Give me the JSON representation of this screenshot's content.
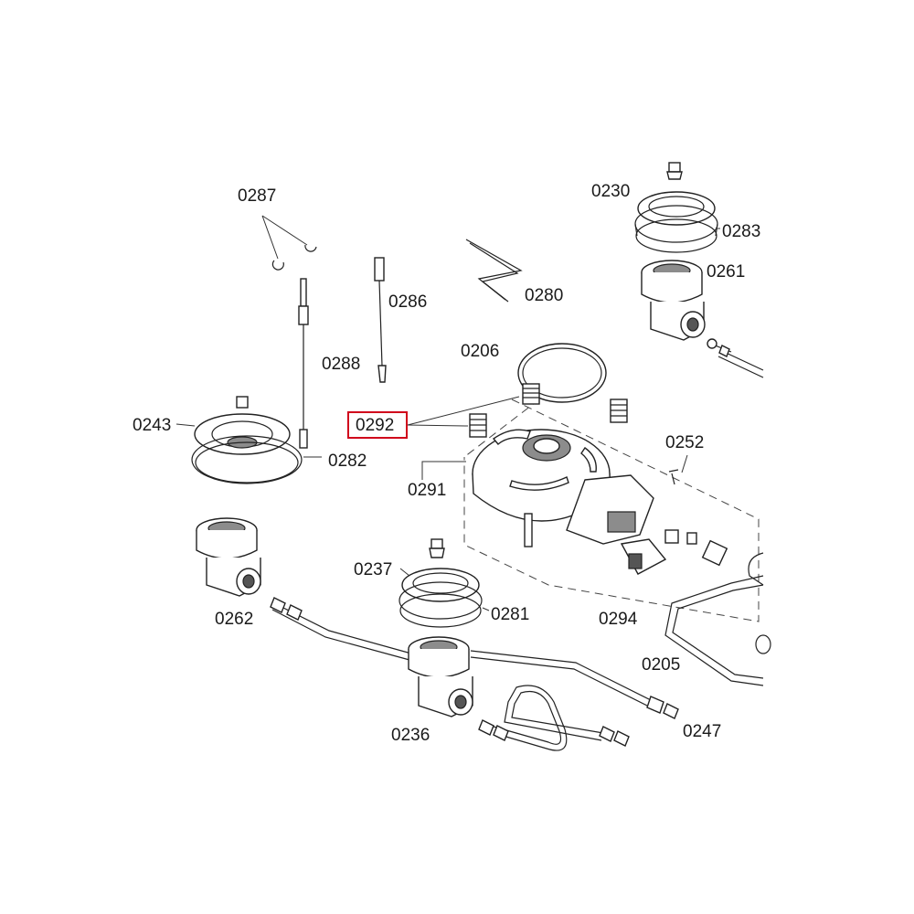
{
  "labels": {
    "p0287": "0287",
    "p0286": "0286",
    "p0280": "0280",
    "p0230": "0230",
    "p0283": "0283",
    "p0261": "0261",
    "p0206": "0206",
    "p0288": "0288",
    "p0243": "0243",
    "p0292": "0292",
    "p0282": "0282",
    "p0252": "0252",
    "p0291": "0291",
    "p0237": "0237",
    "p0281": "0281",
    "p0262": "0262",
    "p0294": "0294",
    "p0205": "0205",
    "p0247": "0247",
    "p0236": "0236"
  },
  "highlight": {
    "label": "0292",
    "color": "#d0021b"
  }
}
